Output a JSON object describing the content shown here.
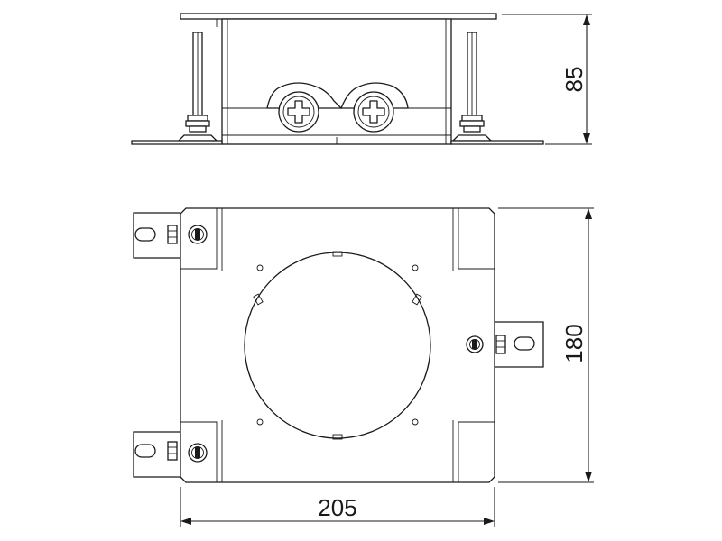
{
  "drawing": {
    "dimensions": {
      "height": "85",
      "depth": "180",
      "width": "205"
    }
  }
}
